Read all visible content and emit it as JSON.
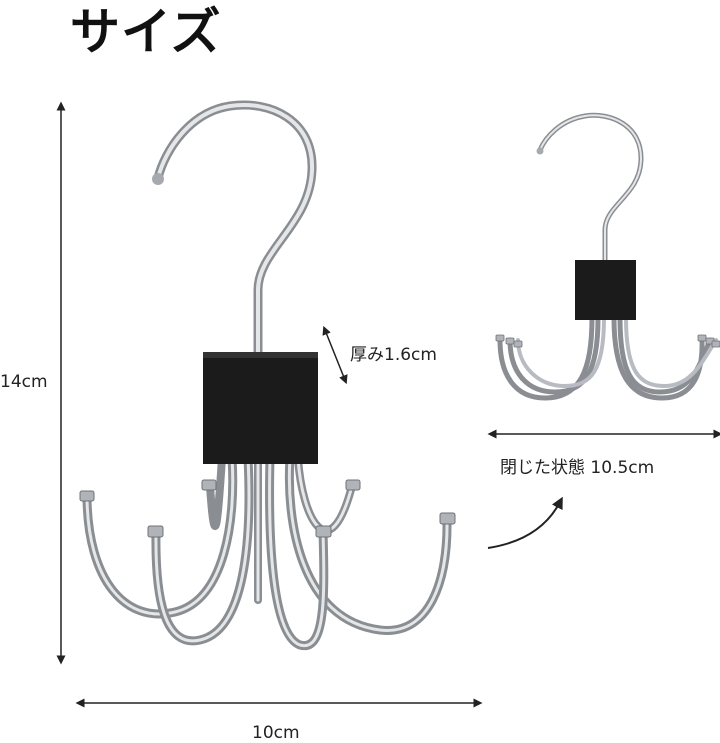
{
  "title": "サイズ",
  "dimensions": {
    "height": "14cm",
    "width": "10cm",
    "thickness": "厚み1.6cm",
    "closed_width": "閉じた状態  10.5cm"
  },
  "colors": {
    "chrome": "#b8bcc2",
    "chrome_dark": "#6e7278",
    "block": "#1b1b1b",
    "arrow": "#222222"
  }
}
